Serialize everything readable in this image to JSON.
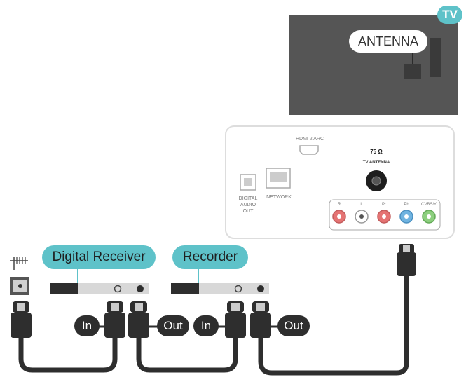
{
  "tv_badge": "TV",
  "antenna_label": "ANTENNA",
  "panel": {
    "hdmi": "HDMI 2 ARC",
    "ohm": "75 Ω",
    "tv_antenna": "TV ANTENNA",
    "digital_audio": [
      "DIGITAL",
      "AUDIO",
      "OUT"
    ],
    "network": "NETWORK",
    "jacks": [
      "R",
      "L",
      "Pr",
      "Pb",
      "CVBS/Y"
    ]
  },
  "devices": {
    "receiver": "Digital Receiver",
    "recorder": "Recorder"
  },
  "ports": {
    "in1": "In",
    "out1": "Out",
    "in2": "In",
    "out2": "Out"
  },
  "colors": {
    "accent": "#5ec2c9",
    "tv_body": "#555555",
    "cable": "#2e2e2e"
  }
}
